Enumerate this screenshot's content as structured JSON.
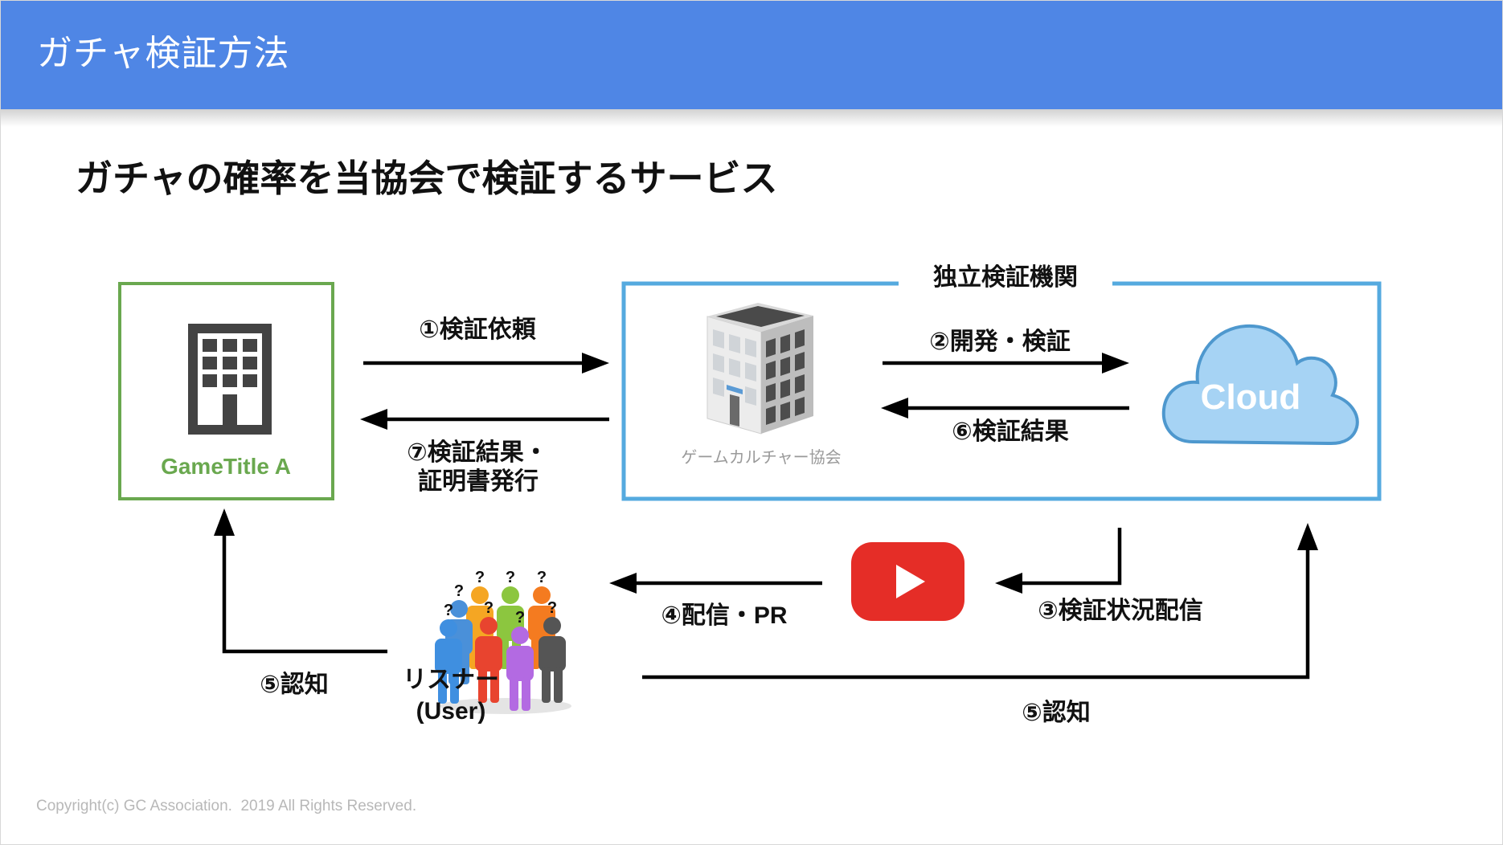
{
  "slide": {
    "title": "ガチャ検証方法",
    "subtitle": "ガチャの確率を当協会で検証するサービス",
    "footer": "Copyright(c) GC Association.  2019 All Rights Reserved."
  },
  "diagram": {
    "game": {
      "label": "GameTitle A",
      "icon": "building-icon"
    },
    "verification_body": {
      "label": "独立検証機関",
      "org_caption": "ゲームカルチャー協会",
      "org_icon": "office-building-icon",
      "cloud_label": "Cloud",
      "cloud_icon": "cloud-icon"
    },
    "stream": {
      "icon": "youtube-play-icon"
    },
    "listeners": {
      "label": "リスナー",
      "sub_label": "(User)",
      "icon": "crowd-question-icon",
      "question_glyph": "?"
    },
    "steps": {
      "step1": "①検証依頼",
      "step2": "②開発・検証",
      "step3": "③検証状況配信",
      "step4": "④配信・PR",
      "step5_left": "⑤認知",
      "step5_right": "⑤認知",
      "step6": "⑥検証結果",
      "step7_line1": "⑦検証結果・",
      "step7_line2": "証明書発行"
    }
  },
  "colors": {
    "header_bg": "#4F86E5",
    "header_text": "#FFFFFF",
    "game_box": "#6AA84F",
    "verification_box": "#55AADF",
    "cloud_fill": "#A6D3F4",
    "cloud_stroke": "#4E98CE",
    "youtube_red": "#E52D27",
    "arrow": "#000000",
    "footer_text": "#B8B8B8"
  }
}
